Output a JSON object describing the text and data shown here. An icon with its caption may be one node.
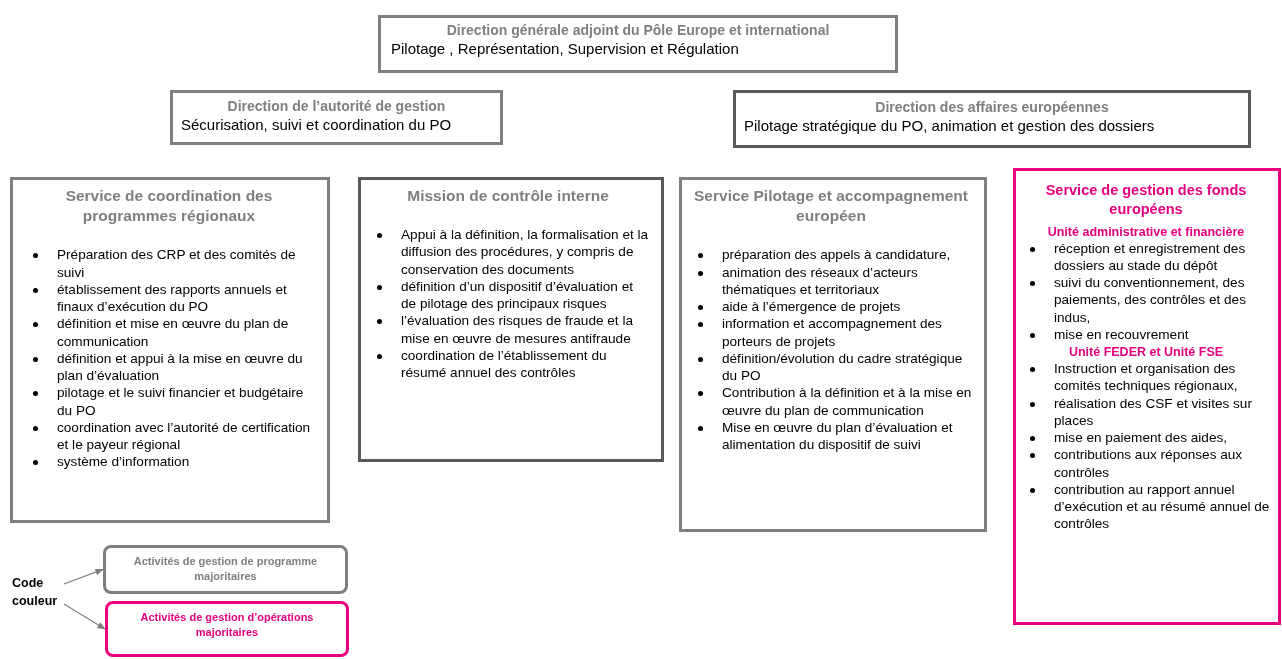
{
  "diagram": {
    "nodes": [
      {
        "text": [
          "Direction générale adjoint du Pôle Europe et international",
          "Pilotage , Représentation, Supervision et Régulation"
        ]
      },
      {
        "text": [
          "Direction de l’autorité de gestion",
          "Sécurisation, suivi et coordination du PO"
        ]
      },
      {
        "text": [
          "Direction des affaires européennes",
          "Pilotage stratégique du PO, animation et gestion des dossiers"
        ]
      },
      {
        "text": [
          "Service de coordination des programmes régionaux",
          "Préparation des CRP et des comités de suivi",
          "établissement des rapports annuels et finaux  d’exécution du PO",
          "définition et mise en œuvre du plan de communication",
          "définition et appui à la mise en œuvre du plan d’évaluation",
          "pilotage et le suivi financier et budgétaire du PO",
          "coordination avec l’autorité de certification et le payeur régional",
          "système d’information"
        ]
      },
      {
        "text": [
          "Mission de contrôle interne",
          "Appui à la définition, la formalisation et la diffusion des procédures, y compris de conservation des documents",
          "définition d’un dispositif d’évaluation et de pilotage des principaux risques",
          "l’évaluation des risques de fraude et la mise en œuvre de mesures antifraude",
          "coordination de l’établissement du résumé annuel des contrôles"
        ]
      },
      {
        "text": [
          "Service Pilotage et accompagnement européen",
          "préparation des appels à candidature,",
          "animation des réseaux d’acteurs thématiques et territoriaux",
          "aide à l’émergence de projets",
          "information et accompagnement des porteurs de projets",
          "définition/évolution du cadre stratégique du PO",
          "Contribution à la définition et à la mise en œuvre du plan de communication",
          "Mise en œuvre du plan d’évaluation et alimentation du dispositif de suivi"
        ]
      },
      {
        "text": [
          "Service de gestion des fonds européens",
          "Unité administrative et financière",
          "réception et enregistrement des dossiers au stade du dépôt",
          "suivi du conventionnement, des paiements, des contrôles et des indus,",
          "mise en recouvrement",
          "Unité FEDER  et Unité FSE",
          "Instruction et organisation des comités techniques régionaux,",
          "réalisation des CSF et visites sur places",
          "mise en paiement des aides,",
          "contributions aux réponses aux contrôles",
          "contribution au rapport annuel d’exécution et au résumé annuel de contrôles"
        ]
      },
      {
        "text": [
          "Code couleur"
        ]
      },
      {
        "text": [
          "Activités de gestion de programme majoritaires"
        ]
      },
      {
        "text": [
          "Activités de gestion d’opérations majoritaires"
        ]
      }
    ],
    "edges": [
      {
        "from": 7,
        "to": 8,
        "arrow": "to"
      },
      {
        "from": 7,
        "to": 9,
        "arrow": "to"
      }
    ]
  }
}
